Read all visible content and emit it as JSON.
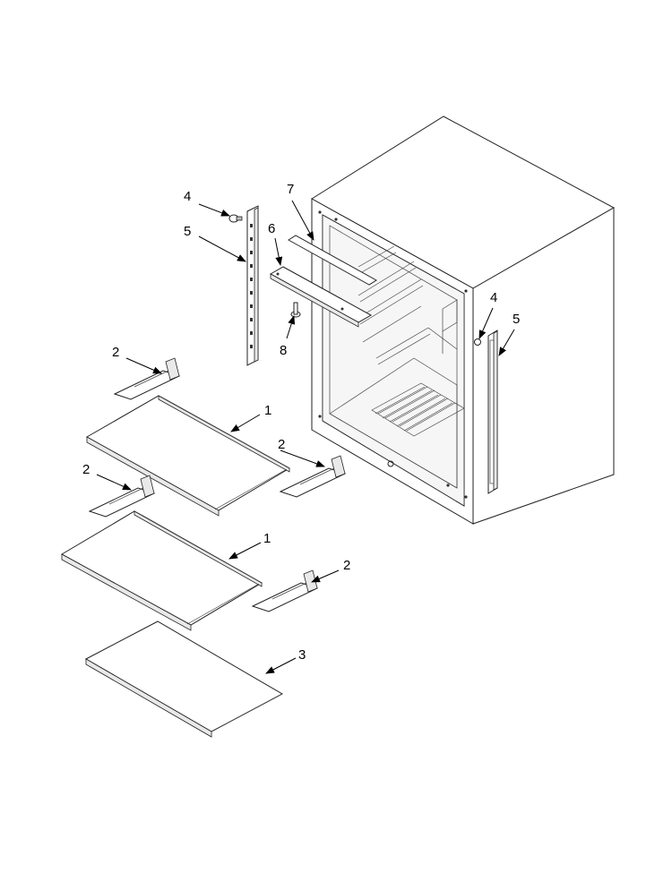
{
  "callouts": {
    "c1a": "1",
    "c1b": "1",
    "c2a": "2",
    "c2b": "2",
    "c2c": "2",
    "c2d": "2",
    "c3": "3",
    "c4a": "4",
    "c4b": "4",
    "c5a": "5",
    "c5b": "5",
    "c6": "6",
    "c7": "7",
    "c8": "8"
  }
}
